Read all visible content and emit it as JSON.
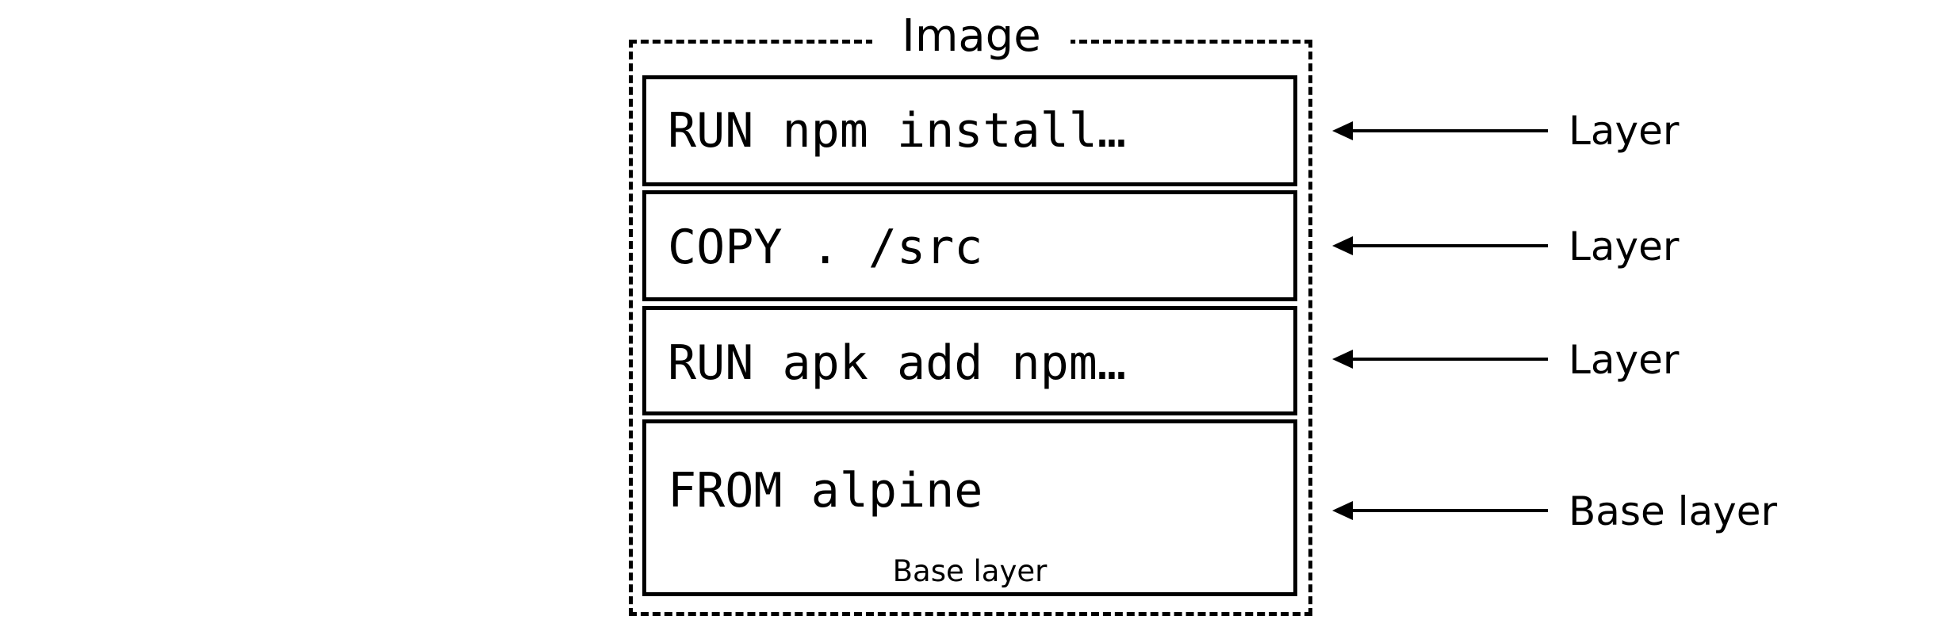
{
  "diagram": {
    "title": "Image",
    "layers": [
      {
        "command": "RUN npm install…",
        "side_label": "Layer"
      },
      {
        "command": "COPY . /src",
        "side_label": "Layer"
      },
      {
        "command": "RUN apk add npm…",
        "side_label": "Layer"
      },
      {
        "command": "FROM alpine",
        "side_label": "Base layer",
        "caption": "Base layer"
      }
    ]
  }
}
